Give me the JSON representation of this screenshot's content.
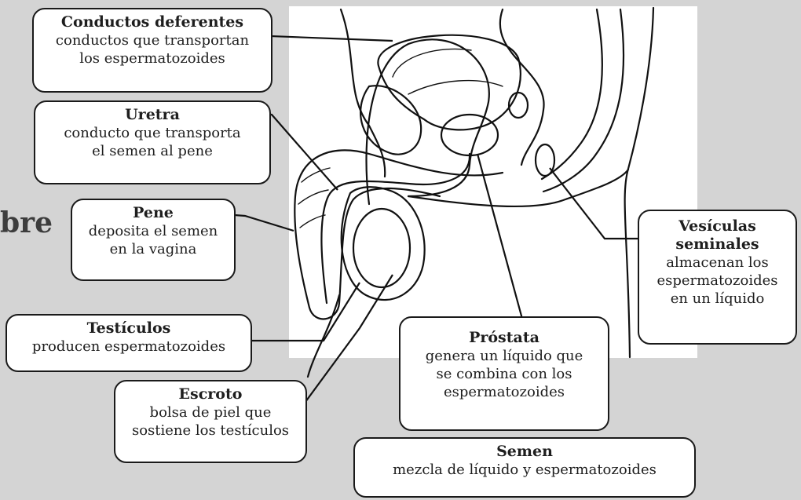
{
  "heading": {
    "text": "bre"
  },
  "labels": {
    "conductos": {
      "title": "Conductos deferentes",
      "lines": [
        "conductos que transportan",
        "los espermatozoides"
      ]
    },
    "uretra": {
      "title": "Uretra",
      "lines": [
        "conducto que transporta",
        "el semen al pene"
      ]
    },
    "pene": {
      "title": "Pene",
      "lines": [
        "deposita el semen",
        "en la vagina"
      ]
    },
    "testiculos": {
      "title": "Testículos",
      "lines": [
        "producen espermatozoides"
      ]
    },
    "escroto": {
      "title": "Escroto",
      "lines": [
        "bolsa de piel que",
        "sostiene los testículos"
      ]
    },
    "vesiculas": {
      "title": "Vesículas seminales",
      "lines": [
        "almacenan los",
        "espermatozoides",
        "en un líquido"
      ]
    },
    "prostata": {
      "title": "Próstata",
      "lines": [
        "genera un líquido que",
        "se combina con los",
        "espermatozoides"
      ]
    },
    "semen": {
      "title": "Semen",
      "lines": [
        "mezcla de líquido y espermatozoides"
      ]
    }
  },
  "colors": {
    "background": "#d4d4d4",
    "box_fill": "#ffffff",
    "outline": "#1a1a1a"
  }
}
